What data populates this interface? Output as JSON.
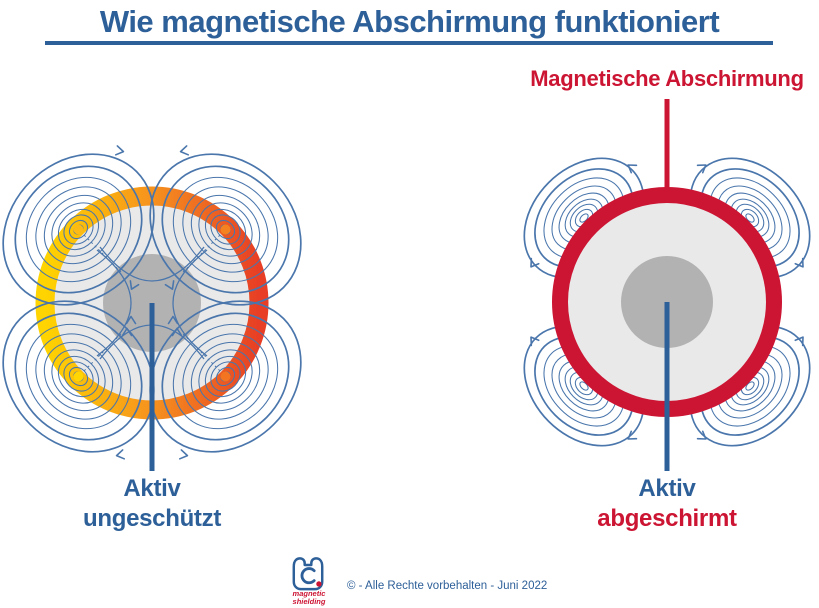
{
  "header": {
    "title": "Wie magnetische Abschirmung funktioniert"
  },
  "shield_callout": {
    "label": "Magnetische Abschirmung"
  },
  "left_diagram": {
    "caption_line1": "Aktiv",
    "caption_line2": "ungeschützt",
    "description": "unshielded active magnet with field lines penetrating the core"
  },
  "right_diagram": {
    "caption_line1": "Aktiv",
    "caption_line2": "abgeschirmt",
    "description": "magnet surrounded by magnetic shielding, field lines kept outside"
  },
  "footer": {
    "logo_line1": "magnetic",
    "logo_line2": "shielding",
    "copyright": "© - Alle Rechte vorbehalten - Juni 2022"
  },
  "colors": {
    "blue": "#2d5f98",
    "line": "#4a76ac",
    "red": "#cc1433",
    "yellow": "#ffd400",
    "orange": "#f6921e",
    "orange-red": "#e73e25",
    "gray-light": "#e9e9e9",
    "gray-mid": "#b2b2b3",
    "dot-nw": "#fbba16",
    "dot-ne": "#f58220",
    "dot-sw": "#ffd503",
    "dot-se": "#f37421"
  }
}
